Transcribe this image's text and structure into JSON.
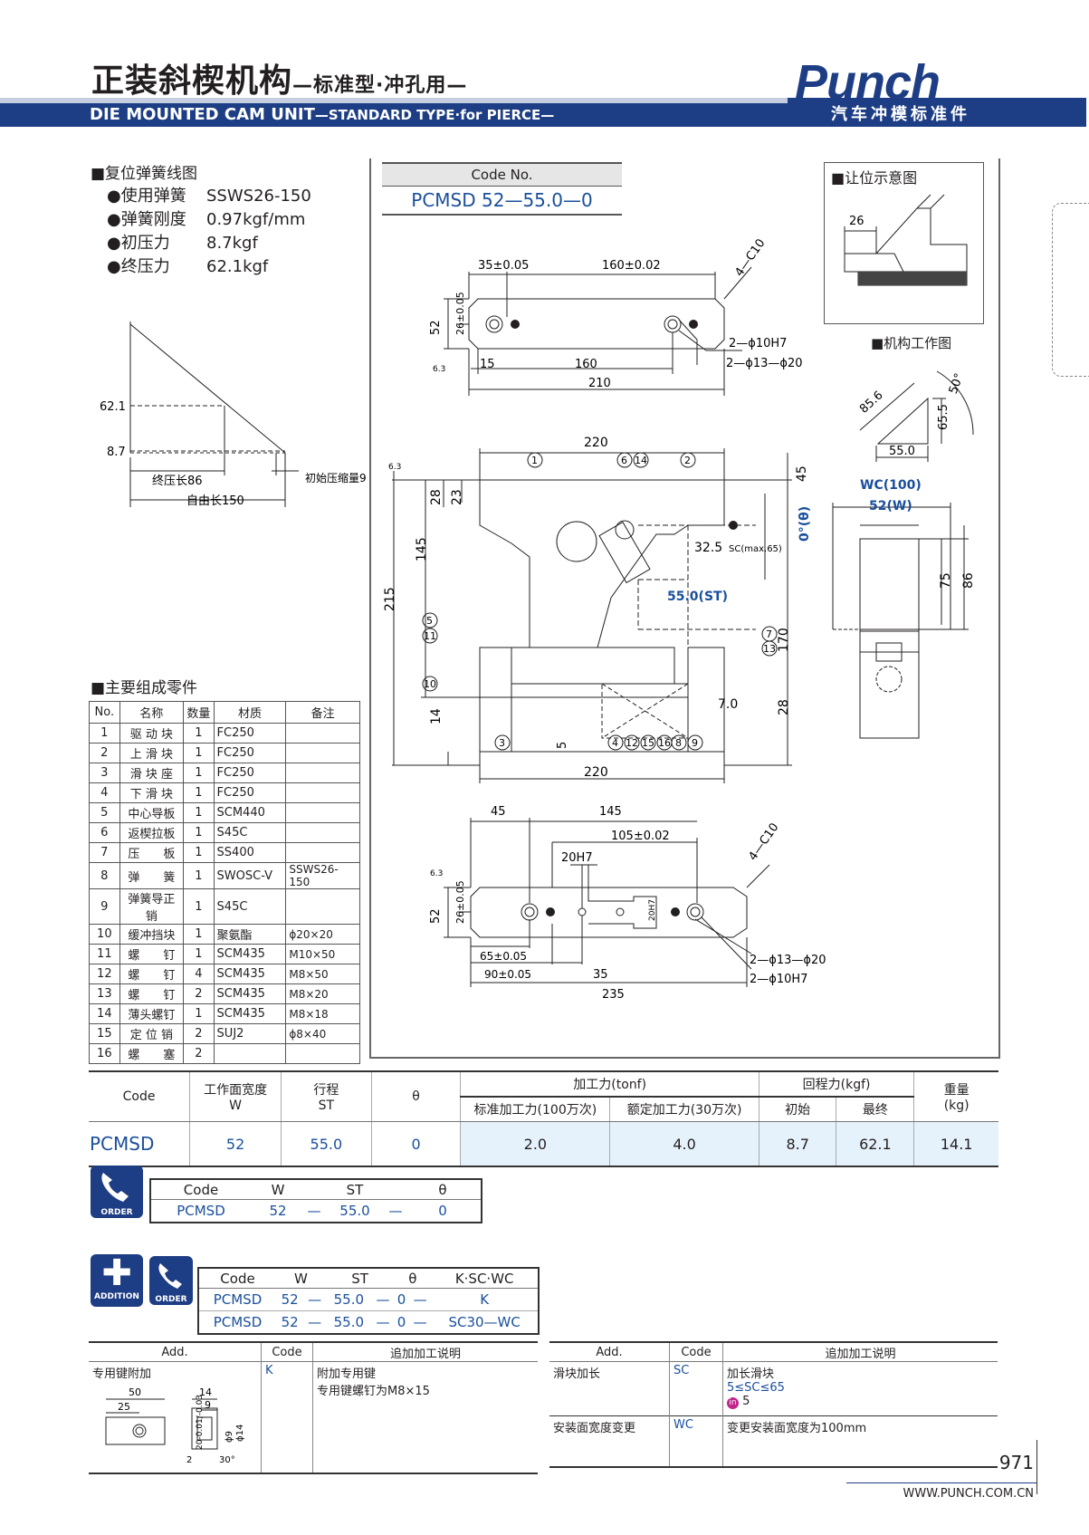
{
  "header": {
    "title_cn": "正装斜楔机构",
    "title_cn_sub": "—标准型·冲孔用—",
    "title_en": "DIE MOUNTED CAM UNIT",
    "title_en_sub": "—STANDARD TYPE·for PIERCE—",
    "logo": "Punch",
    "logo_sub": "汽车冲模标准件"
  },
  "spring": {
    "heading": "■复位弹簧线图",
    "items": [
      {
        "k": "●使用弹簧",
        "v": "SSWS26-150"
      },
      {
        "k": "●弹簧刚度",
        "v": "0.97kgf/mm"
      },
      {
        "k": "●初压力",
        "v": "8.7kgf"
      },
      {
        "k": "●终压力",
        "v": "62.1kgf"
      }
    ],
    "graph": {
      "y_hi": "62.1",
      "y_lo": "8.7",
      "final_len": "终压长86",
      "free_len": "自由长150",
      "init_comp": "初始压缩量9"
    }
  },
  "code_no": {
    "label": "Code No.",
    "value": "PCMSD 52—55.0—0"
  },
  "clearance": {
    "heading": "■让位示意图",
    "dim": "26"
  },
  "work": {
    "heading": "■机构工作图",
    "d1": "85.6",
    "d2": "65.5",
    "d3": "55.0",
    "angle": "50°"
  },
  "parts": {
    "heading": "■主要组成零件",
    "cols": [
      "No.",
      "名称",
      "数量",
      "材质",
      "备注"
    ],
    "rows": [
      [
        "1",
        "驱 动 块",
        "1",
        "FC250",
        ""
      ],
      [
        "2",
        "上 滑 块",
        "1",
        "FC250",
        ""
      ],
      [
        "3",
        "滑 块 座",
        "1",
        "FC250",
        ""
      ],
      [
        "4",
        "下 滑 块",
        "1",
        "FC250",
        ""
      ],
      [
        "5",
        "中心导板",
        "1",
        "SCM440",
        ""
      ],
      [
        "6",
        "返楔拉板",
        "1",
        "S45C",
        ""
      ],
      [
        "7",
        "压　　板",
        "1",
        "SS400",
        ""
      ],
      [
        "8",
        "弹　　簧",
        "1",
        "SWOSC-V",
        "SSWS26-150"
      ],
      [
        "9",
        "弹簧导正销",
        "1",
        "S45C",
        ""
      ],
      [
        "10",
        "缓冲挡块",
        "1",
        "聚氨酯",
        "ϕ20×20"
      ],
      [
        "11",
        "螺　　钉",
        "1",
        "SCM435",
        "M10×50"
      ],
      [
        "12",
        "螺　　钉",
        "4",
        "SCM435",
        "M8×50"
      ],
      [
        "13",
        "螺　　钉",
        "2",
        "SCM435",
        "M8×20"
      ],
      [
        "14",
        "薄头螺钉",
        "1",
        "SCM435",
        "M8×18"
      ],
      [
        "15",
        "定 位 销",
        "2",
        "SUJ2",
        "ϕ8×40"
      ],
      [
        "16",
        "螺　　塞",
        "2",
        "",
        ""
      ]
    ]
  },
  "dims": {
    "top": {
      "a": "35±0.05",
      "b": "160±0.02",
      "c": "4—C10",
      "h": "52",
      "h2": "26±0.05",
      "d1": "2—ϕ10H7",
      "d2": "2—ϕ13—ϕ20",
      "w1": "15",
      "w2": "160",
      "w3": "210",
      "r": "6.3"
    },
    "front": {
      "w": "220",
      "h1": "28",
      "h2": "23",
      "h3": "145",
      "h4": "215",
      "h5": "45",
      "h6": "170",
      "h7": "28",
      "h8": "14",
      "h9": "5",
      "h10": "7.0",
      "sc": "32.5",
      "sc2": "SC(max.65)",
      "st": "55.0(ST)",
      "theta": "0°(θ)",
      "wb": "220",
      "r": "6.3"
    },
    "side": {
      "wc": "WC(100)",
      "w": "52(W)",
      "h1": "75",
      "h2": "86"
    },
    "bottom": {
      "a": "45",
      "b": "145",
      "c": "105±0.02",
      "d": "20H7",
      "e": "4—C10",
      "h": "52",
      "h2": "26±0.05",
      "k": "20H7",
      "f": "65±0.05",
      "g": "90±0.05",
      "i": "35",
      "j": "235",
      "d1": "2—ϕ13—ϕ20",
      "d2": "2—ϕ10H7",
      "r": "6.3"
    },
    "balloons": [
      "1",
      "2",
      "3",
      "4",
      "5",
      "6",
      "7",
      "8",
      "9",
      "10",
      "11",
      "12",
      "13",
      "14",
      "15",
      "16"
    ]
  },
  "spec": {
    "h_code": "Code",
    "h_w": "工作面宽度",
    "h_w2": "W",
    "h_st": "行程",
    "h_st2": "ST",
    "h_theta": "θ",
    "h_force": "加工力(tonf)",
    "h_f1": "标准加工力(100万次)",
    "h_f2": "额定加工力(30万次)",
    "h_ret": "回程力(kgf)",
    "h_r1": "初始",
    "h_r2": "最终",
    "h_wt": "重量",
    "h_wt2": "(kg)",
    "row": [
      "PCMSD",
      "52",
      "55.0",
      "0",
      "2.0",
      "4.0",
      "8.7",
      "62.1",
      "14.1"
    ]
  },
  "order1": {
    "cols": [
      "Code",
      "W",
      "ST",
      "θ"
    ],
    "row": [
      "PCMSD",
      "52",
      "—",
      "55.0",
      "—",
      "0"
    ],
    "icon": "ORDER"
  },
  "order2": {
    "cols": [
      "Code",
      "W",
      "ST",
      "θ",
      "K·SC·WC"
    ],
    "rows": [
      [
        "PCMSD",
        "52",
        "—",
        "55.0",
        "—",
        "0",
        "—",
        "K"
      ],
      [
        "PCMSD",
        "52",
        "—",
        "55.0",
        "—",
        "0",
        "—",
        "SC30—WC"
      ]
    ],
    "icon_add": "ADDITION",
    "icon_order": "ORDER"
  },
  "add": {
    "cols": [
      "Add.",
      "Code",
      "追加加工说明"
    ],
    "left": {
      "name": "专用键附加",
      "code": "K",
      "desc1": "附加专用键",
      "desc2": "专用键螺钉为M8×15",
      "dims": [
        "50",
        "14",
        "25",
        "9",
        "20-0.01/-0.03",
        "ϕ9",
        "ϕ14",
        "2",
        "30°"
      ]
    },
    "right": [
      {
        "name": "滑块加长",
        "code": "SC",
        "desc1": "加长滑块",
        "desc2": "5≤SC≤65",
        "desc3": "5",
        "inc": "in"
      },
      {
        "name": "安装面宽度变更",
        "code": "WC",
        "desc1": "变更安装面宽度为100mm"
      }
    ]
  },
  "footer": {
    "page": "971",
    "url": "WWW.PUNCH.COM.CN"
  }
}
